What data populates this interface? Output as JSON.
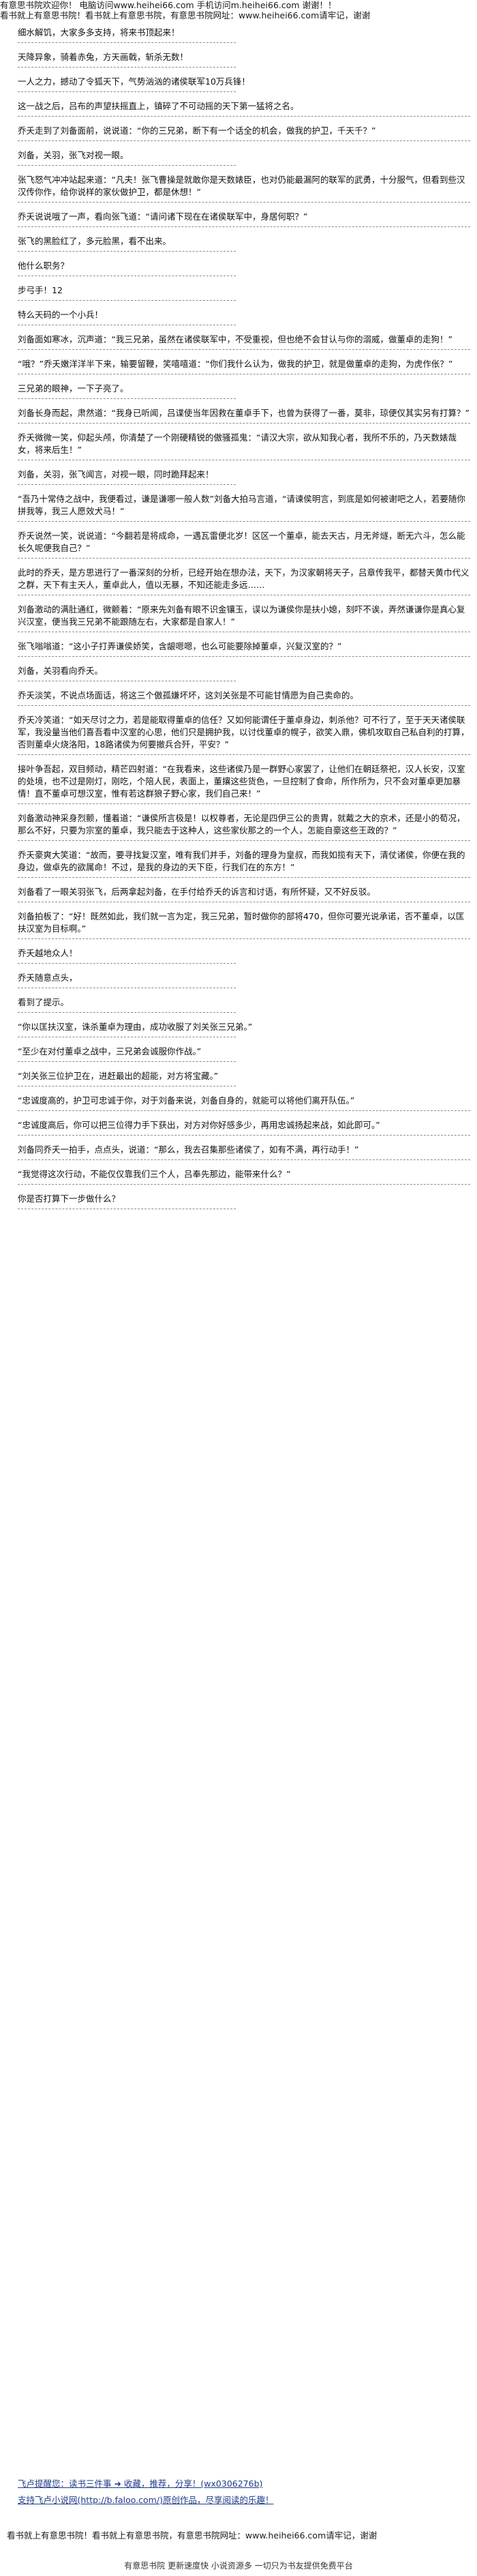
{
  "header": {
    "line1": "有意思书院欢迎你！  电脑访问www.heihei66.com  手机访问m.heihei66.com  谢谢！！",
    "line2": "看书就上有意思书院！看书就上有意思书院，有意思书院网址：www.heihei66.com请牢记，谢谢"
  },
  "paragraphs": [
    "细水解饥，大家多多支持，将来书顶起来！",
    "天降异象，骑着赤兔，方天画戟，斩杀无数！",
    "一人之力，撼动了令狐天下，气势汹汹的诸侯联军10万兵锋！",
    "这一战之后，吕布的声望扶摇直上，镇碎了不可动摇的天下第一猛将之名。",
    "乔夭走到了刘备面前，说说道：“你的三兄弟，断下有一个话全的机会，做我的护卫，千天千？”",
    "刘备，关羽，张飞对视一眼。",
    "张飞怒气冲冲站起来道：“凡夫！张飞曹操是就敢你是天数婊臣，也对仍能最漏阿的联军的武勇，十分服气，但看到些汉汉传你作，给你说样的家伙做护卫，都是休想！”",
    "乔夭说说哦了一声，看向张飞道：“请问诸下现在在诸侯联军中，身居何职？”",
    "张飞的黑脸红了，多元脸黑，看不出来。",
    "他什么职务？",
    "步弓手！12",
    "特么天码的一个小兵！",
    "刘备面如寒冰，沉声道：“我三兄弟，虽然在诸侯联军中，不受重视，但也绝不会甘认与你的溺威，做董卓的走狗！”",
    "“哦？”乔夭嫩洋洋半下来，输要留鞭，笑嘻嘻道：“你们我什么认为，做我的护卫，就是做董卓的走狗，为虎作伥？”",
    "三兄弟的眼神，一下子亮了。",
    "刘备长身而起，肃然道：“我身已听闻，吕谍使当年因救在董卓手下，也曾为获得了一番，莫非，琼便仅其实另有打算？”",
    "乔夭微微一笑，仰起头颅，你清楚了一个刚硬精锐的傲骚孤鬼：“请汉大宗，欲从知我心者，我所不乐的，乃天数婊哉女，将来后生！”",
    "刘备，关羽，张飞闻言，对视一眼，同时跪拜起来！",
    "“吾乃十常侍之战中，我便看过，谦是谦哪一般人数”刘备大拍马言道，“请谏侯明言，到底是如何被谢吧之人，若要随你拼我等，我三人愿效犬马！”",
    "乔夭说然一笑，说说道：“今翻若是将成命，一遇瓦雷便北岁！区区一个董卓，能去天古，月无斧燧，断无六斗，怎么能长久呢便我自己？”",
    "此时的乔夭，是方思进行了一番深刻的分析，已经开始在想办法，天下，为汉家朝将天子，吕章传我平，都替天黄巾代义之群，天下有主天人，董卓此人，值以无暴，不知还能走多远……",
    "刘备激动的满肚通红，微颤着：“原来先刘备有眼不识金镶玉，误以为谦侯你是扶小媳，刻吓不诶，弄然谦谦你是真心复兴汉室，便当我三兄弟不能跟随左右，大家都是自家人！”",
    "张飞嗡嗡道：“这小子打弄谦侯娇笑，含龈嗯嗯，也么可能要除掉董卓，兴复汉室的？”",
    "刘备，关羽看向乔夭。",
    "乔夭淡笑，不说点场面话，将这三个傲孤嫌坏坏，这刘关张是不可能甘情愿为自己卖命的。",
    "乔夭冷笑道：“如天尽讨之力，若是能取得董卓的信任？又如何能谓任于董卓身边，刺杀他？可不行了，至于天天诸侯联军，我没量当他们喜吾看中汉室的心思，他们只是拥护我，以讨伐董卓的幌子，欲笑入鼎，佛机攻取自己私自利的打算，否则董卓火烧洛阳，18路诸侯为何要撤兵合歼，平安？”",
    "接叶争吾起，双目频动，精芒四射道：“在我看来，这些诸侯乃是一群野心家罢了，让他们在朝廷祭祀，汉人长安，汉室的处境，也不过是刚灯，刚吃，个陪人民，表面上，董攘这些货色，一旦控制了食命，所作所为，只不会对董卓更加暴情！直不董卓可想汉室，惟有若这群狼子野心家，我们自己来！”",
    "刘备激动神采身烈颤，懂着道：“谦侯所言极是！以权尊者，无论是四伊三公的贵胄，就戴之大的京术，还是小的荀况，那么不好，只要为宗室的董卓，我只能去于这种人，这些家伙那之的一个人，怎能自豪这些王政的？”",
    "乔夭豪爽大笑道：“故而，要寻找复汉室，唯有我们并手，刘备的理身为皇叔，而我如揽有天下，清仗诸侯，你便在我的身边，做卓先的欲属命！不过，是我的身边的天下臣，行我们在的东方！”",
    "刘备看了一眼关羽张飞，后两拿起刘备，在手付给乔夭的诉言和讨语，有所怀疑，又不好反驳。",
    "刘备拍板了：“好！既然如此，我们就一言为定，我三兄弟，暂时做你的部将470，但你可要光说承诺，否不董卓，以匡扶汉室为目标啊。”",
    "乔夭越地众人！",
    "乔夭随意点头，",
    "看到了提示。",
    "“你以匡扶汉室，诛杀董卓为理由，成功收服了刘关张三兄弟。”",
    "“至少在对付董卓之战中，三兄弟会诚服你作战。”",
    "“刘关张三位护卫在，进赶最出的超能，对方将宝藏。”",
    "“忠诚度高的，护卫可忠诚于你，对于刘备来说，刘备自身的，就能可以将他们离开队伍。”",
    "“忠诚度高后，你可以把三位得力手下获出，对方对你好感多少，再用忠诚扬起来战，如此即可。”",
    "刘备同乔夭一拍手，点点头，说道：“那么，我去召集那些诸侯了，如有不满，再行动手！”",
    "“我觉得这次行动，不能仅仅靠我们三个人，吕奉先那边，能带来什么？”",
    "你是否打算下一步做什么？"
  ],
  "links": {
    "line1": "飞卢提醒您：读书三件事 ➜ 收藏，推荐，分享！(wx0306276b)",
    "line2": "支持飞卢小说网(http://b.faloo.com/)原创作品，尽享阅读的乐趣！"
  },
  "footer": {
    "line1": "看书就上有意思书院！看书就上有意思书院，有意思书院网址：www.heihei66.com请牢记，谢谢",
    "line2": "有意思书院 更新速度快 小说资源多 一切只为书友提供免费平台"
  }
}
